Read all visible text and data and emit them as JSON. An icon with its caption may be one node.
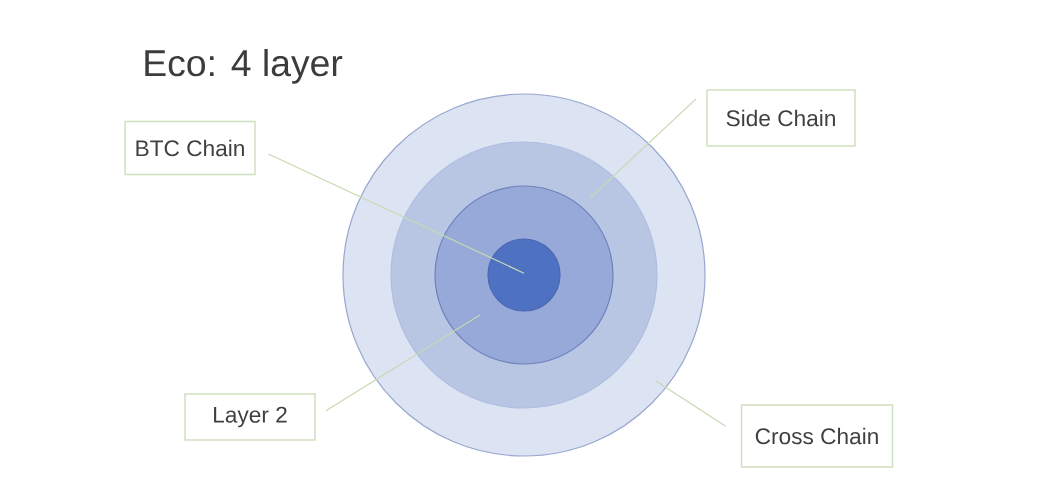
{
  "diagram": {
    "title": "Eco: 4 layer",
    "nodes": [
      {
        "text": [
          "BTC Chain"
        ]
      },
      {
        "text": [
          "Side Chain"
        ]
      },
      {
        "text": [],
        "shape": "circle"
      },
      {
        "text": [],
        "shape": "circle",
        "in": 2
      },
      {
        "text": [],
        "shape": "circle",
        "in": 3
      },
      {
        "text": [],
        "shape": "circle",
        "in": 4
      },
      {
        "text": [
          "Layer 2"
        ]
      },
      {
        "text": [
          "Cross Chain"
        ]
      }
    ],
    "edges": [
      {
        "from": 0,
        "to": 5,
        "arrow": "none"
      },
      {
        "from": 1,
        "to": 3,
        "arrow": "none"
      },
      {
        "from": 6,
        "to": 4,
        "arrow": "none"
      },
      {
        "from": 7,
        "to": 2,
        "arrow": "none"
      }
    ]
  }
}
